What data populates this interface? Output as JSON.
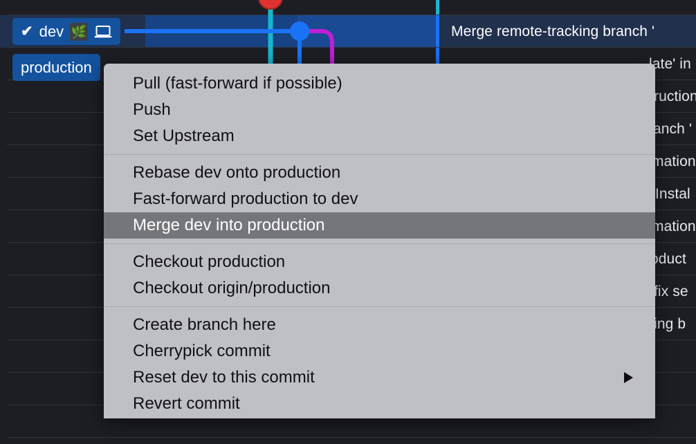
{
  "graph": {
    "branch_pills": [
      {
        "name": "dev",
        "checked_out": true,
        "check_glyph": "✔",
        "leaf_glyph": "🌿",
        "has_local_icon": true
      },
      {
        "name": "production",
        "checked_out": false
      }
    ],
    "colors": {
      "node_red": "#e03131",
      "node_blue": "#1a73f5",
      "lane_cyan": "#16b6cc",
      "lane_blue": "#1a73f5",
      "lane_magenta": "#c01fd6",
      "selection_blue": "#1a4a94",
      "row_background": "#1d1e23"
    },
    "commit_rows": [
      {
        "message": "Merge remote-tracking branch '",
        "selected": true
      },
      {
        "message": "late' in",
        "selected": false
      },
      {
        "message": "ruction",
        "selected": false
      },
      {
        "message": "anch '",
        "selected": false
      },
      {
        "message": "mation",
        "selected": false
      },
      {
        "message": "Instal",
        "selected": false
      },
      {
        "message": "mation",
        "selected": false
      },
      {
        "message": "oduct",
        "selected": false
      },
      {
        "message": "fix se",
        "selected": false
      },
      {
        "message": "ring b",
        "selected": false
      }
    ]
  },
  "context_menu": {
    "sections": [
      {
        "items": [
          {
            "label": "Pull (fast-forward if possible)",
            "highlighted": false,
            "submenu": false
          },
          {
            "label": "Push",
            "highlighted": false,
            "submenu": false
          },
          {
            "label": "Set Upstream",
            "highlighted": false,
            "submenu": false
          }
        ]
      },
      {
        "items": [
          {
            "label": "Rebase dev onto production",
            "highlighted": false,
            "submenu": false
          },
          {
            "label": "Fast-forward production to dev",
            "highlighted": false,
            "submenu": false
          },
          {
            "label": "Merge dev into production",
            "highlighted": true,
            "submenu": false
          }
        ]
      },
      {
        "items": [
          {
            "label": "Checkout production",
            "highlighted": false,
            "submenu": false
          },
          {
            "label": "Checkout origin/production",
            "highlighted": false,
            "submenu": false
          }
        ]
      },
      {
        "items": [
          {
            "label": "Create branch here",
            "highlighted": false,
            "submenu": false
          },
          {
            "label": "Cherrypick commit",
            "highlighted": false,
            "submenu": false
          },
          {
            "label": "Reset dev to this commit",
            "highlighted": false,
            "submenu": true
          },
          {
            "label": "Revert commit",
            "highlighted": false,
            "submenu": false
          }
        ]
      }
    ]
  }
}
